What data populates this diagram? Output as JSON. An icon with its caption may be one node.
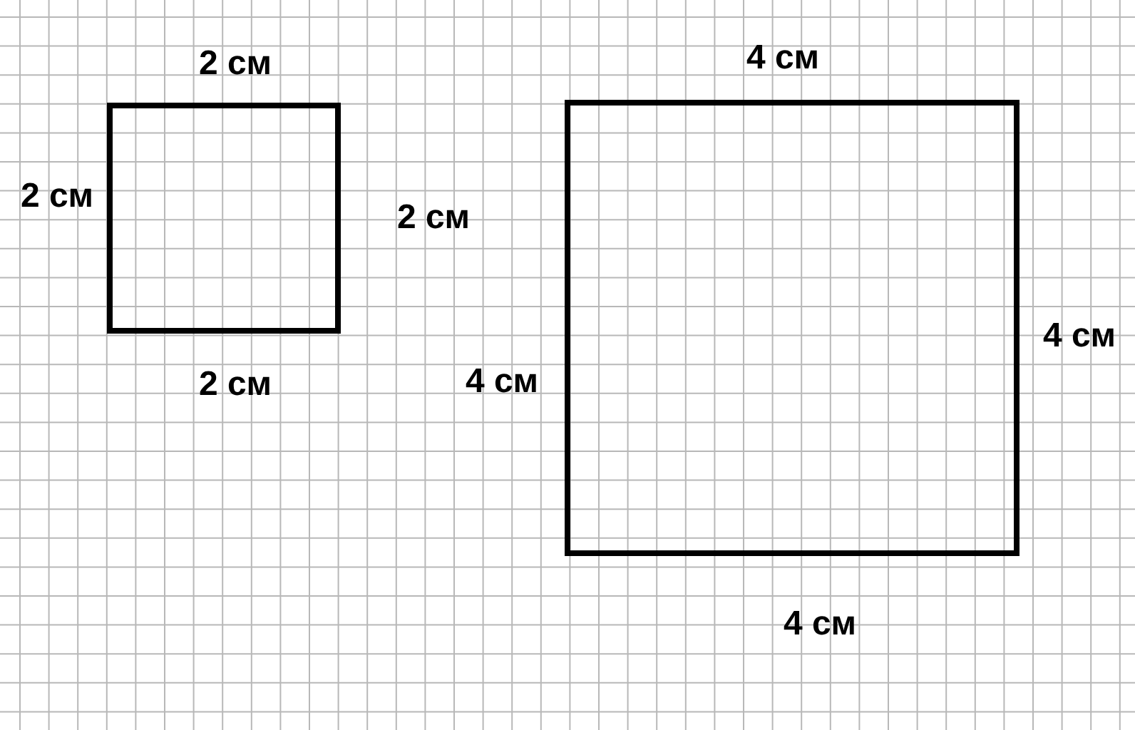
{
  "diagram": {
    "nodes": [
      {
        "text": [],
        "shape": "box",
        "beside": [
          "2 см",
          "2 см",
          "2 см",
          "2 см"
        ]
      },
      {
        "text": [],
        "shape": "box",
        "beside": [
          "4 см",
          "4 см",
          "4 см",
          "4 см"
        ]
      }
    ]
  }
}
